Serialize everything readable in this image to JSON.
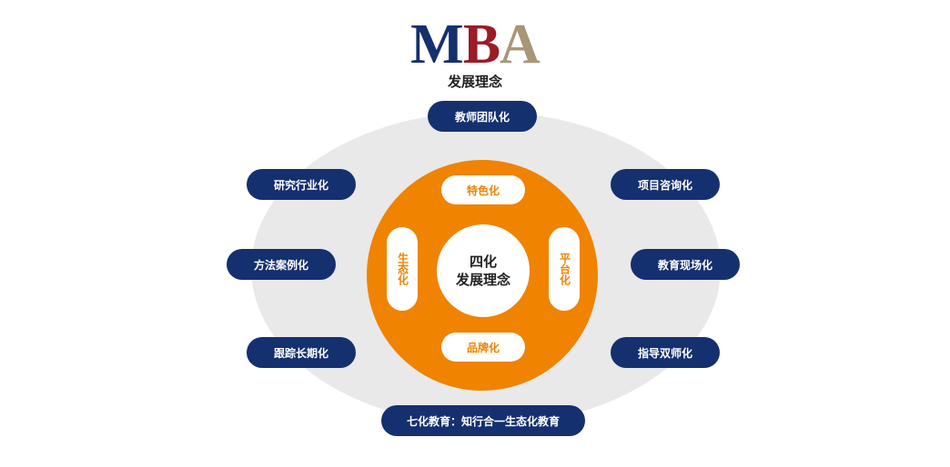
{
  "logo": {
    "letters": [
      {
        "char": "M",
        "color": "#15306e"
      },
      {
        "char": "B",
        "color": "#9c1b25"
      },
      {
        "char": "A",
        "color": "#a89776"
      }
    ]
  },
  "subtitle": "发展理念",
  "core": {
    "line1": "四化",
    "line2": "发展理念"
  },
  "inner_pills": {
    "top": "特色化",
    "bottom": "品牌化",
    "left": "生态化",
    "right": "平台化"
  },
  "outer_nodes": {
    "top": "教师团队化",
    "left_1": "研究行业化",
    "left_2": "方法案例化",
    "left_3": "跟踪长期化",
    "right_1": "项目咨询化",
    "right_2": "教育现场化",
    "right_3": "指导双师化",
    "bottom": "七化教育：知行合一生态化教育"
  },
  "colors": {
    "navy": "#15306e",
    "orange": "#f08300",
    "ellipse_gray": "#e9e9e9"
  }
}
